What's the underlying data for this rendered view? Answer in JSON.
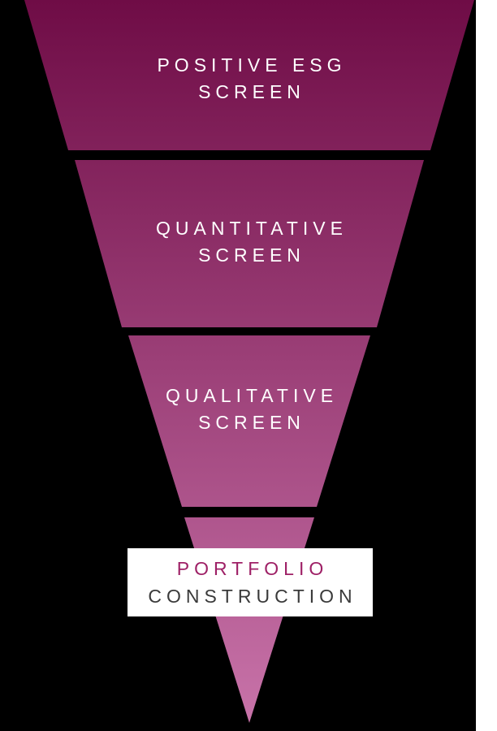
{
  "page": {
    "background_color": "#000000",
    "side_strip_color": "#ffffff"
  },
  "funnel": {
    "type": "funnel",
    "direction": "top-wide-to-bottom-point",
    "gradient_top": "#6f0c46",
    "gradient_bottom": "#c873a9",
    "label_color": "#ffffff",
    "stages": [
      {
        "id": "positive-esg-screen",
        "lines": [
          "POSITIVE ESG",
          "SCREEN"
        ]
      },
      {
        "id": "quantitative-screen",
        "lines": [
          "QUANTITATIVE",
          "SCREEN"
        ]
      },
      {
        "id": "qualitative-screen",
        "lines": [
          "QUALITATIVE",
          "SCREEN"
        ]
      },
      {
        "id": "portfolio-construction",
        "lines": [
          "PORTFOLIO",
          "CONSTRUCTION"
        ],
        "line1_color": "#9e2066",
        "line2_color": "#3a3a3a",
        "box_color": "#ffffff"
      }
    ]
  }
}
